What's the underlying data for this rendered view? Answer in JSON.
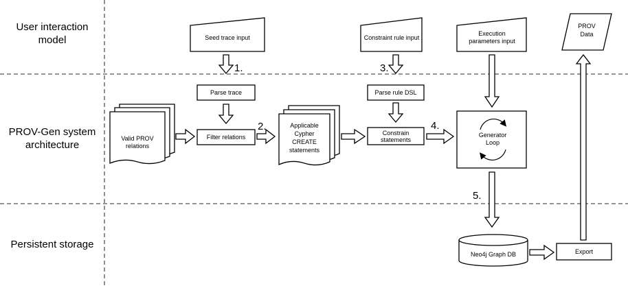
{
  "lanes": {
    "user": [
      "User interaction",
      "model"
    ],
    "arch": [
      "PROV-Gen system",
      "architecture"
    ],
    "storage": "Persistent storage"
  },
  "inputs": {
    "seed": "Seed trace input",
    "constraint": "Constraint rule input",
    "execution": [
      "Execution",
      "parameters input"
    ]
  },
  "output": [
    "PROV",
    "Data"
  ],
  "process": {
    "parse_trace": "Parse trace",
    "filter": "Filter relations",
    "parse_rule": "Parse rule DSL",
    "constrain": [
      "Constrain",
      "statements"
    ],
    "generator": [
      "Generator",
      "Loop"
    ],
    "export": "Export"
  },
  "documents": {
    "valid": [
      "Valid PROV",
      "relations"
    ],
    "applicable": [
      "Applicable",
      "Cypher",
      "CREATE",
      "statements"
    ]
  },
  "storage": {
    "db": "Neo4j Graph DB"
  },
  "steps": {
    "s1": "1.",
    "s2": "2.",
    "s3": "3.",
    "s4": "4.",
    "s5": "5."
  }
}
